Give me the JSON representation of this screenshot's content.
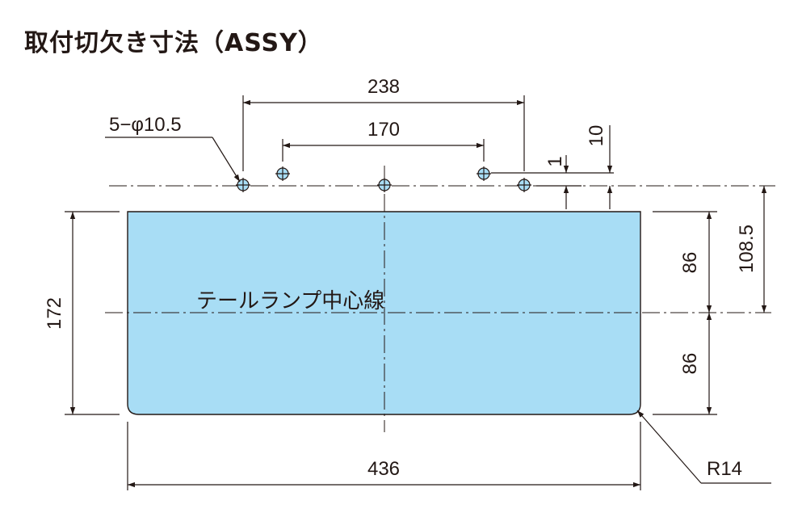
{
  "title": "取付切欠き寸法（ASSY）",
  "colors": {
    "cutout_fill": "#a8ddf5",
    "line": "#231815"
  },
  "labels": {
    "hole_spec": "5−φ10.5",
    "overall_hole_span": "238",
    "inner_hole_span": "170",
    "hole_offset_10": "10",
    "hole_offset_1": "1",
    "hole_to_center": "108.5",
    "upper_half": "86",
    "lower_half": "86",
    "height": "172",
    "width": "436",
    "corner_radius": "R14",
    "centerline": "テールランプ中心線"
  }
}
